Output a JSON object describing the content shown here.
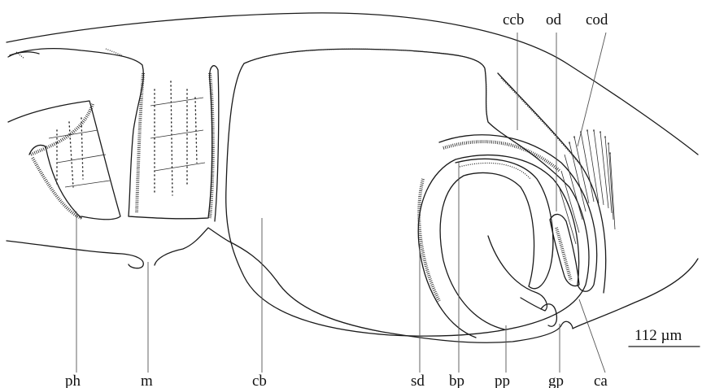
{
  "labels": {
    "ccb": "ccb",
    "od": "od",
    "cod": "cod",
    "ph": "ph",
    "m": "m",
    "cb": "cb",
    "sd": "sd",
    "bp": "bp",
    "pp": "pp",
    "gp": "gp",
    "ca": "ca"
  },
  "scale_bar": {
    "label": "112 µm"
  }
}
